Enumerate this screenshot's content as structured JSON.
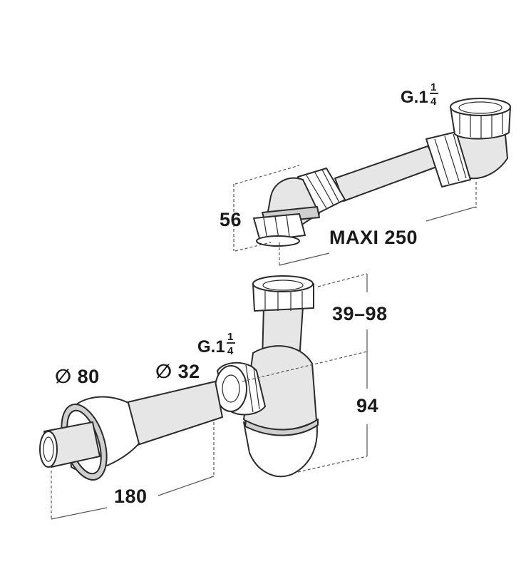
{
  "labels": {
    "diameter_80": "∅ 80",
    "diameter_32": "∅ 32",
    "length_180": "180",
    "height_94": "94",
    "range_39_98": "39–98",
    "maxi_250": "MAXI 250",
    "height_56": "56",
    "thread_main": "G.1",
    "thread_num": "1",
    "thread_den": "4"
  }
}
